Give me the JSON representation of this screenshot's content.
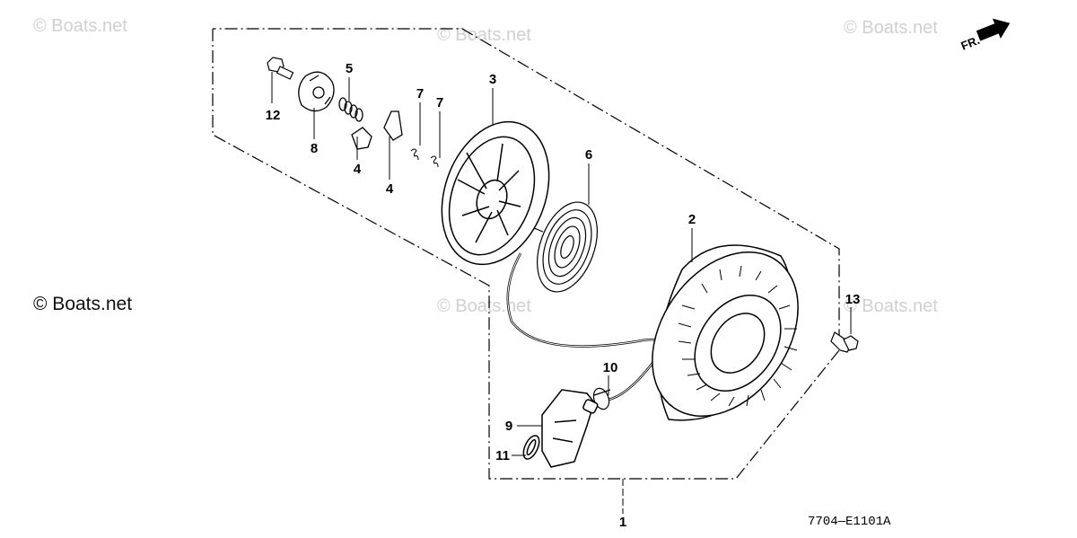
{
  "watermarks": {
    "w1": "© Boats.net",
    "w2": "© Boats.net",
    "w3": "© Boats.net",
    "w4": "© Boats.net",
    "w5": "© Boats.net",
    "w6": "© Boats.net"
  },
  "front_arrow_label": "FR.",
  "diagram_code": "7704—E1101A",
  "callouts": {
    "c1": "1",
    "c2": "2",
    "c3": "3",
    "c4a": "4",
    "c4b": "4",
    "c5": "5",
    "c6": "6",
    "c7a": "7",
    "c7b": "7",
    "c8": "8",
    "c9": "9",
    "c10": "10",
    "c11": "11",
    "c12": "12",
    "c13": "13"
  }
}
